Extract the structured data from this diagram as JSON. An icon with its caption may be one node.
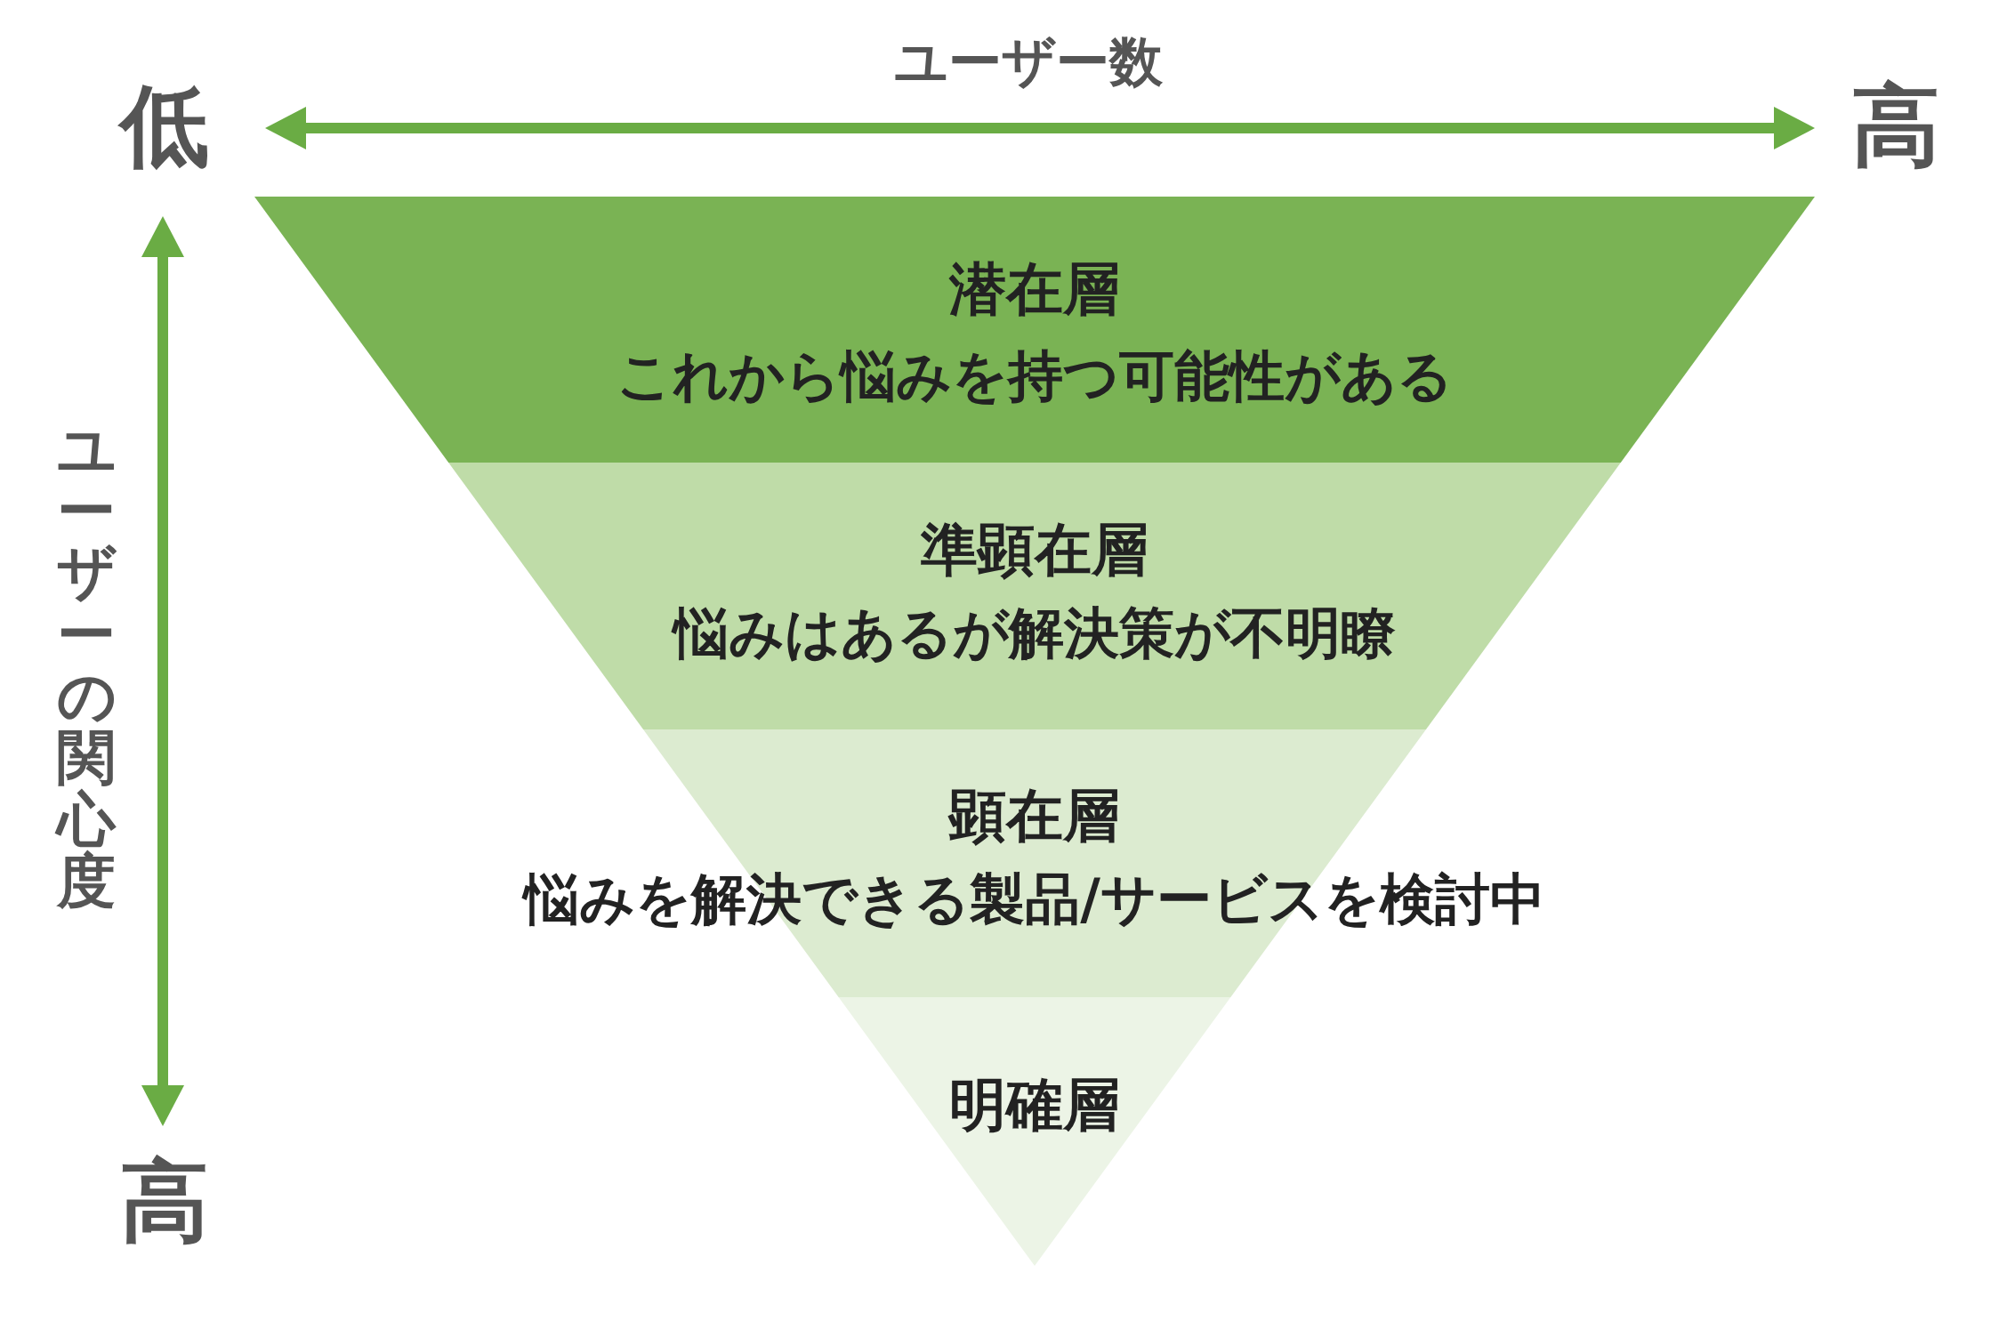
{
  "diagram": {
    "nodes": [
      {
        "text": [
          "潜在層",
          "これから悩みを持つ可能性がある"
        ]
      },
      {
        "text": [
          "準顕在層",
          "悩みはあるが解決策が不明瞭"
        ]
      },
      {
        "text": [
          "顕在層",
          "悩みを解決できる製品/サービスを検討中"
        ]
      },
      {
        "text": [
          "明確層"
        ]
      }
    ],
    "labels": [
      "ユーザー数",
      "低",
      "高",
      "ユーザーの関心度",
      "高"
    ]
  }
}
